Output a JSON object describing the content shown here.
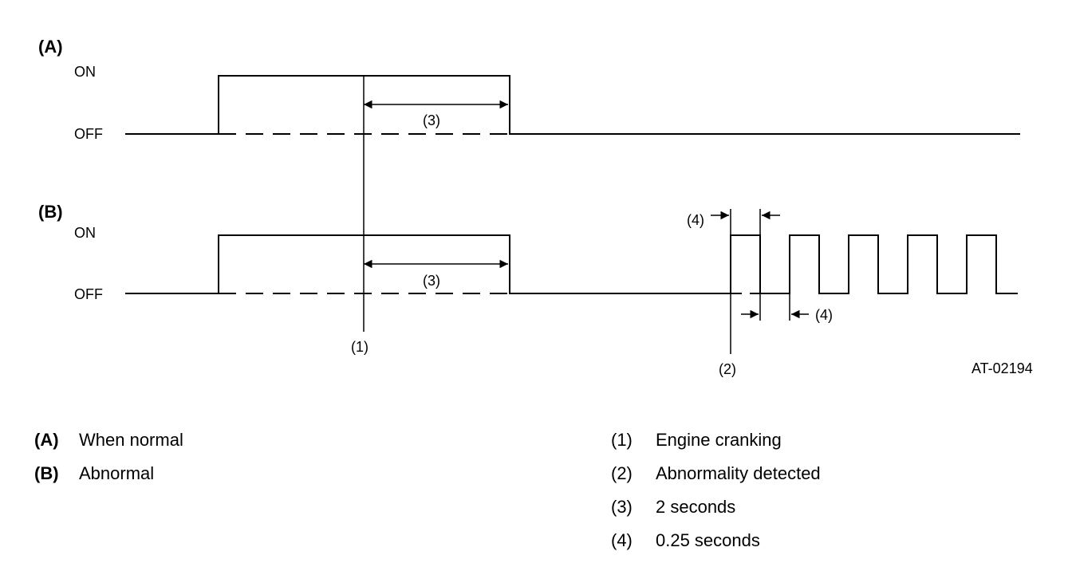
{
  "diagram": {
    "signal_a_label": "(A)",
    "signal_b_label": "(B)",
    "state_on": "ON",
    "state_off": "OFF",
    "callout_1": "(1)",
    "callout_2": "(2)",
    "callout_3": "(3)",
    "callout_4": "(4)",
    "figure_id": "AT-02194"
  },
  "legend": {
    "left": [
      {
        "key": "(A)",
        "text": "When normal"
      },
      {
        "key": "(B)",
        "text": "Abnormal"
      }
    ],
    "right": [
      {
        "key": "(1)",
        "text": "Engine cranking"
      },
      {
        "key": "(2)",
        "text": "Abnormality detected"
      },
      {
        "key": "(3)",
        "text": "2 seconds"
      },
      {
        "key": "(4)",
        "text": "0.25 seconds"
      }
    ]
  }
}
